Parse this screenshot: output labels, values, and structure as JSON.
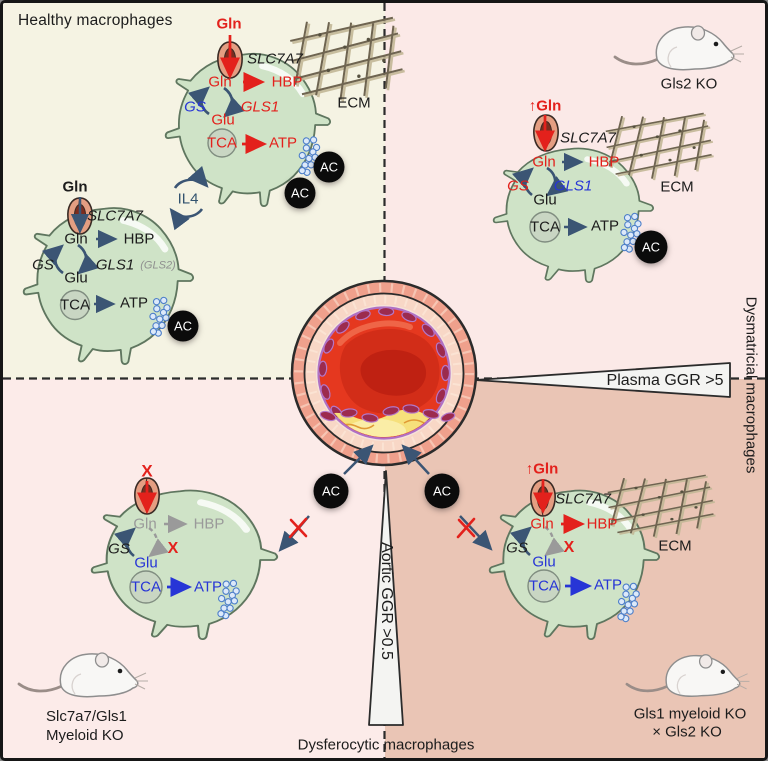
{
  "figure": {
    "title": "Healthy macrophages",
    "label_dysmatricial": "Dysmatricial macrophages",
    "label_dysferocytic": "Dysferocytic macrophages",
    "banner_plasma": "Plasma GGR >5",
    "banner_aortic": "Aortic GGR >0.5",
    "ac": "AC",
    "il4": "IL4"
  },
  "cells": {
    "m2": {
      "gln_out": "Gln",
      "transporter": "SLC7A7",
      "gln": "Gln",
      "hbp": "HBP",
      "gs": "GS",
      "gls": "GLS1",
      "glu": "Glu",
      "tca": "TCA",
      "atp": "ATP",
      "ecm": "ECM"
    },
    "m0": {
      "gln_out": "Gln",
      "transporter": "SLC7A7",
      "gln": "Gln",
      "hbp": "HBP",
      "gs": "GS",
      "gls": "GLS1",
      "gls_alt": "(GLS2)",
      "glu": "Glu",
      "tca": "TCA",
      "atp": "ATP"
    },
    "gls2ko": {
      "mouse": "Gls2 KO",
      "gln_out": "↑Gln",
      "transporter": "SLC7A7",
      "gln": "Gln",
      "hbp": "HBP",
      "gs": "GS",
      "gls": "GLS1",
      "glu": "Glu",
      "tca": "TCA",
      "atp": "ATP",
      "ecm": "ECM"
    },
    "slc7a7_gls1_ko": {
      "blocked_x": "X",
      "gln": "Gln",
      "hbp": "HBP",
      "gs": "GS",
      "cycle_x": "X",
      "glu": "Glu",
      "tca": "TCA",
      "atp": "ATP",
      "mouse_line1": "Slc7a7/Gls1",
      "mouse_line2": "Myeloid KO"
    },
    "gls1_gls2_ko": {
      "gln_out": "↑Gln",
      "transporter": "SLC7A7",
      "gln": "Gln",
      "hbp": "HBP",
      "gs": "GS",
      "cycle_x": "X",
      "glu": "Glu",
      "tca": "TCA",
      "atp": "ATP",
      "ecm": "ECM",
      "mouse_line1": "Gls1 myeloid KO",
      "mouse_line2": "× Gls2 KO"
    }
  },
  "palette": {
    "red": "#e3211c",
    "blue": "#2735d6",
    "navy": "#3b5574",
    "gray_label": "#9a9a9a",
    "cell_fill": "#cfe3c7",
    "cell_stroke": "#5f765f",
    "bg_healthy": "#f5f3e3",
    "bg_pink_light": "#fbe9e7",
    "bg_pink_mid": "#fcebe9",
    "bg_rose": "#eac5b5",
    "vessel_red": "#e5381f",
    "plaque_yellow": "#f6e07b",
    "ac_black": "#0b0b0b"
  }
}
